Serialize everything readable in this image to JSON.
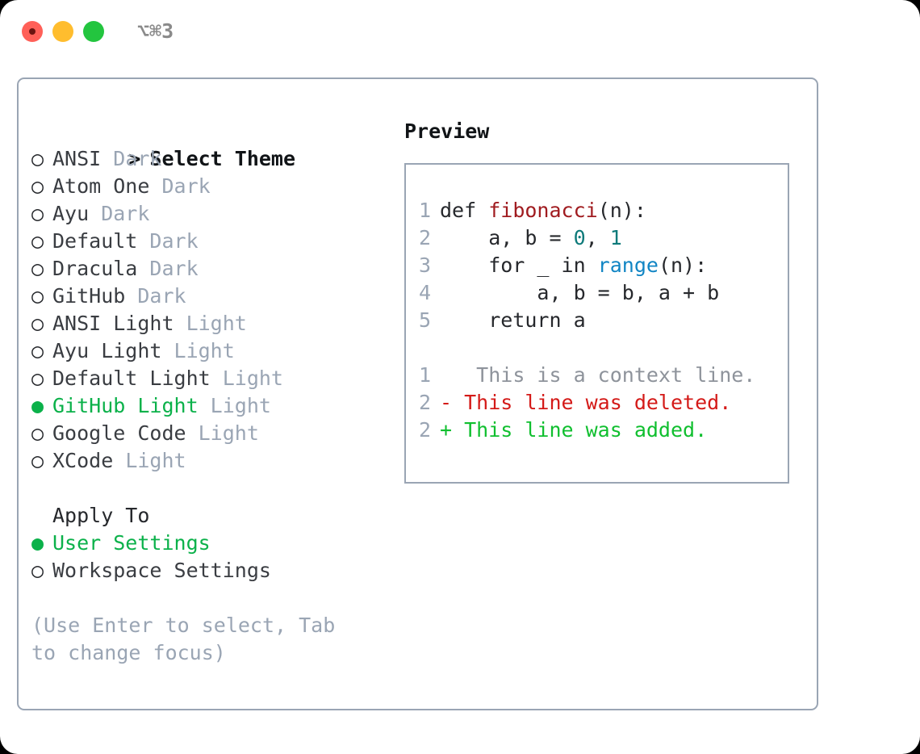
{
  "window": {
    "title": "⌥⌘3",
    "traffic_lights": [
      {
        "name": "close",
        "color": "#ff6058"
      },
      {
        "name": "minimize",
        "color": "#ffbd2e"
      },
      {
        "name": "zoom",
        "color": "#23c53f"
      }
    ]
  },
  "colors": {
    "accent_green": "#0bb14a",
    "muted": "#9aa5b4",
    "text": "#26282c",
    "border": "#9aa5b4",
    "diff_add": "#10bf2f",
    "diff_del": "#d41a18",
    "syntax_function": "#a01c20",
    "syntax_number": "#0e7a7a",
    "syntax_call": "#1185c4"
  },
  "theme_picker": {
    "header_marker": ">",
    "header_label": "Select Theme",
    "unselected_marker": "○",
    "selected_marker": "●",
    "items": [
      {
        "name": "ANSI",
        "kind": "Dark",
        "selected": false
      },
      {
        "name": "Atom One",
        "kind": "Dark",
        "selected": false
      },
      {
        "name": "Ayu",
        "kind": "Dark",
        "selected": false
      },
      {
        "name": "Default",
        "kind": "Dark",
        "selected": false
      },
      {
        "name": "Dracula",
        "kind": "Dark",
        "selected": false
      },
      {
        "name": "GitHub",
        "kind": "Dark",
        "selected": false
      },
      {
        "name": "ANSI Light",
        "kind": "Light",
        "selected": false
      },
      {
        "name": "Ayu Light",
        "kind": "Light",
        "selected": false
      },
      {
        "name": "Default Light",
        "kind": "Light",
        "selected": false
      },
      {
        "name": "GitHub Light",
        "kind": "Light",
        "selected": true
      },
      {
        "name": "Google Code",
        "kind": "Light",
        "selected": false
      },
      {
        "name": "XCode",
        "kind": "Light",
        "selected": false
      }
    ]
  },
  "apply_to": {
    "header_label": "Apply To",
    "options": [
      {
        "label": "User Settings",
        "selected": true
      },
      {
        "label": "Workspace Settings",
        "selected": false
      }
    ]
  },
  "hint": "(Use Enter to select, Tab to change focus)",
  "preview": {
    "title": "Preview",
    "code_lines": [
      {
        "num": "1",
        "segments": [
          {
            "text": "def ",
            "type": "plain"
          },
          {
            "text": "fibonacci",
            "type": "fn"
          },
          {
            "text": "(n):",
            "type": "plain"
          }
        ]
      },
      {
        "num": "2",
        "segments": [
          {
            "text": "    a, b = ",
            "type": "plain"
          },
          {
            "text": "0",
            "type": "num"
          },
          {
            "text": ", ",
            "type": "plain"
          },
          {
            "text": "1",
            "type": "num"
          }
        ]
      },
      {
        "num": "3",
        "segments": [
          {
            "text": "    for _ in ",
            "type": "plain"
          },
          {
            "text": "range",
            "type": "call"
          },
          {
            "text": "(n):",
            "type": "plain"
          }
        ]
      },
      {
        "num": "4",
        "segments": [
          {
            "text": "        a, b = b, a + b",
            "type": "plain"
          }
        ]
      },
      {
        "num": "5",
        "segments": [
          {
            "text": "    return a",
            "type": "plain"
          }
        ]
      }
    ],
    "diff_lines": [
      {
        "num": "1",
        "marker": " ",
        "text": "  This is a context line.",
        "kind": "ctx"
      },
      {
        "num": "2",
        "marker": "-",
        "text": " This line was deleted.",
        "kind": "del"
      },
      {
        "num": "2",
        "marker": "+",
        "text": " This line was added.",
        "kind": "add"
      }
    ]
  }
}
